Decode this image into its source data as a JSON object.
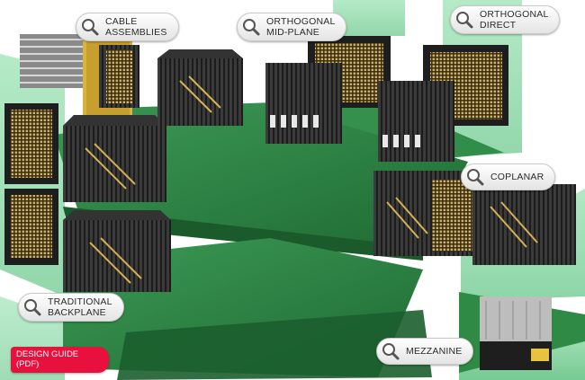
{
  "hotspots": {
    "cable": {
      "line1": "CABLE",
      "line2": "ASSEMBLIES"
    },
    "ortho_mid": {
      "line1": "ORTHOGONAL",
      "line2": "MID-PLANE"
    },
    "ortho_direct": {
      "line1": "ORTHOGONAL",
      "line2": "DIRECT"
    },
    "coplanar": {
      "line1": "COPLANAR"
    },
    "traditional": {
      "line1": "TRADITIONAL",
      "line2": "BACKPLANE"
    },
    "mezzanine": {
      "line1": "MEZZANINE"
    }
  },
  "design_guide": {
    "line1": "DESIGN GUIDE",
    "line2": "(PDF)"
  },
  "colors": {
    "board_green": "#2f8a46",
    "board_dark": "#1f6a33",
    "panel_mint": "#8fdcaa",
    "connector": "#242424",
    "gold": "#d4b152",
    "accent_red": "#e8103c"
  },
  "icons": {
    "hotspot": "magnifier-icon"
  }
}
